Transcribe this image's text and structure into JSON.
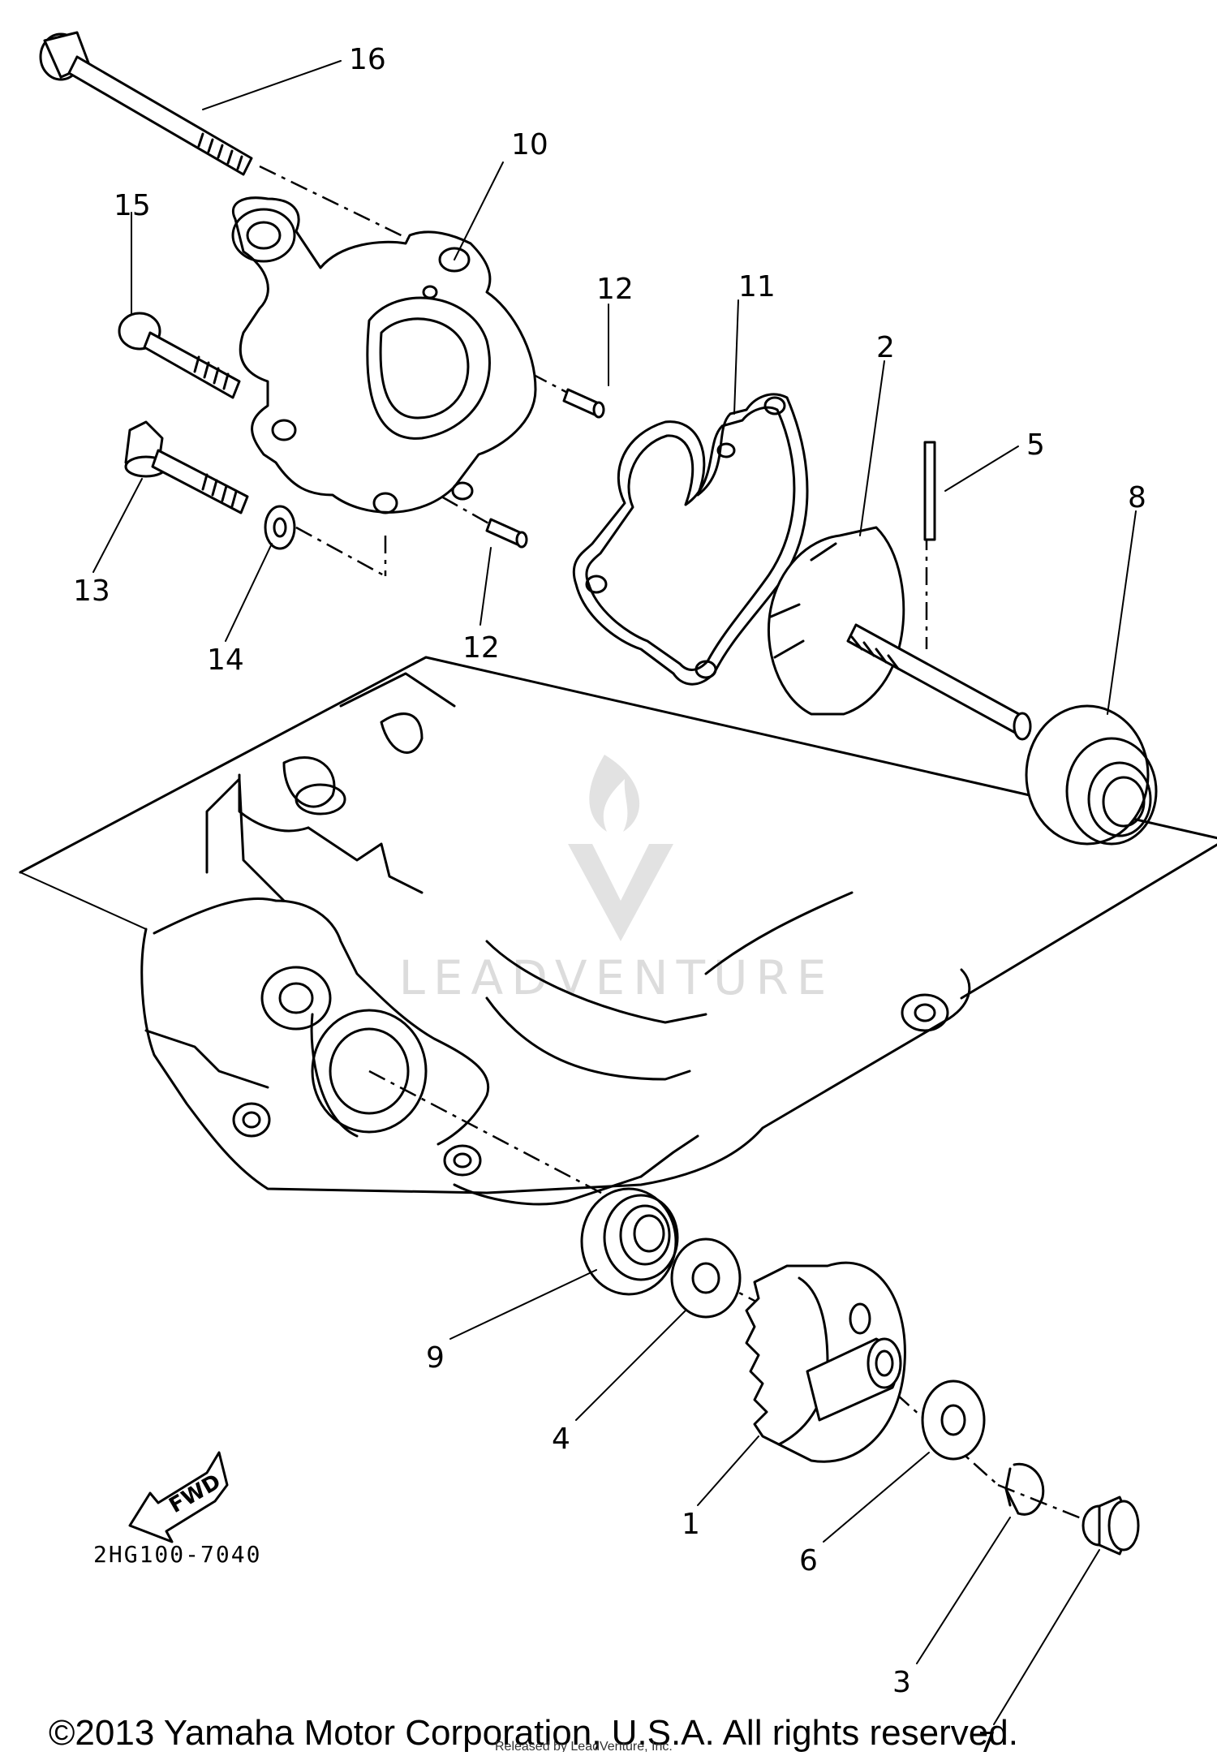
{
  "diagram": {
    "part_callouts": [
      "16",
      "10",
      "15",
      "12",
      "11",
      "2",
      "5",
      "8",
      "13",
      "14",
      "12",
      "9",
      "4",
      "1",
      "6",
      "3",
      "7"
    ],
    "fwd_label": "FWD",
    "figure_code": "2HG100-7040"
  },
  "watermark": {
    "text": "LEADVENTURE"
  },
  "footer": {
    "copyright": "©2013 Yamaha Motor Corporation, U.S.A. All rights reserved.",
    "publisher_note": "Released by LeadVenture, Inc."
  }
}
